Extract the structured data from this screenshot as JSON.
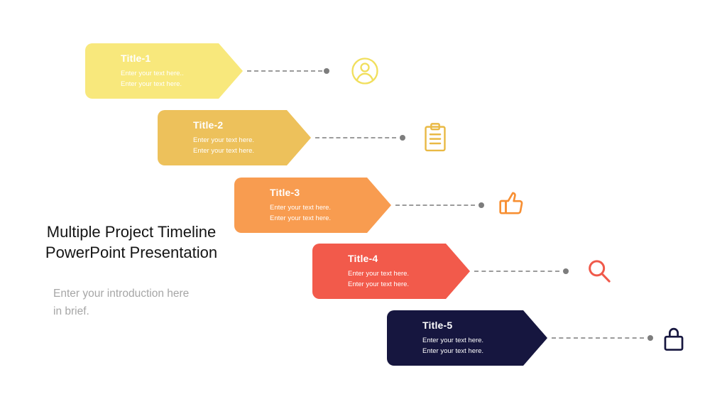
{
  "heading": {
    "line1": "Multiple Project Timeline",
    "line2": "PowerPoint Presentation"
  },
  "intro": {
    "line1": "Enter your introduction here",
    "line2": "in brief."
  },
  "connector": {
    "line_color": "#9b9b9b",
    "dot_color": "#7d7d7d"
  },
  "items": [
    {
      "title": "Title-1",
      "text1": "Enter your text here..",
      "text2": "Enter your text here.",
      "color": "#F8E87C",
      "icon": "user-icon",
      "icon_color": "#F1DF5C"
    },
    {
      "title": "Title-2",
      "text1": "Enter your text here.",
      "text2": "Enter your text here.",
      "color": "#EDC15B",
      "icon": "clipboard-icon",
      "icon_color": "#E9B944"
    },
    {
      "title": "Title-3",
      "text1": "Enter your text here.",
      "text2": "Enter your text here.",
      "color": "#F89C50",
      "icon": "thumbs-up-icon",
      "icon_color": "#F78F33"
    },
    {
      "title": "Title-4",
      "text1": "Enter your text here.",
      "text2": "Enter your text here.",
      "color": "#F25A4B",
      "icon": "search-icon",
      "icon_color": "#F0594A"
    },
    {
      "title": "Title-5",
      "text1": "Enter your text here.",
      "text2": "Enter your text here.",
      "color": "#16163F",
      "icon": "lock-icon",
      "icon_color": "#16163F"
    }
  ]
}
